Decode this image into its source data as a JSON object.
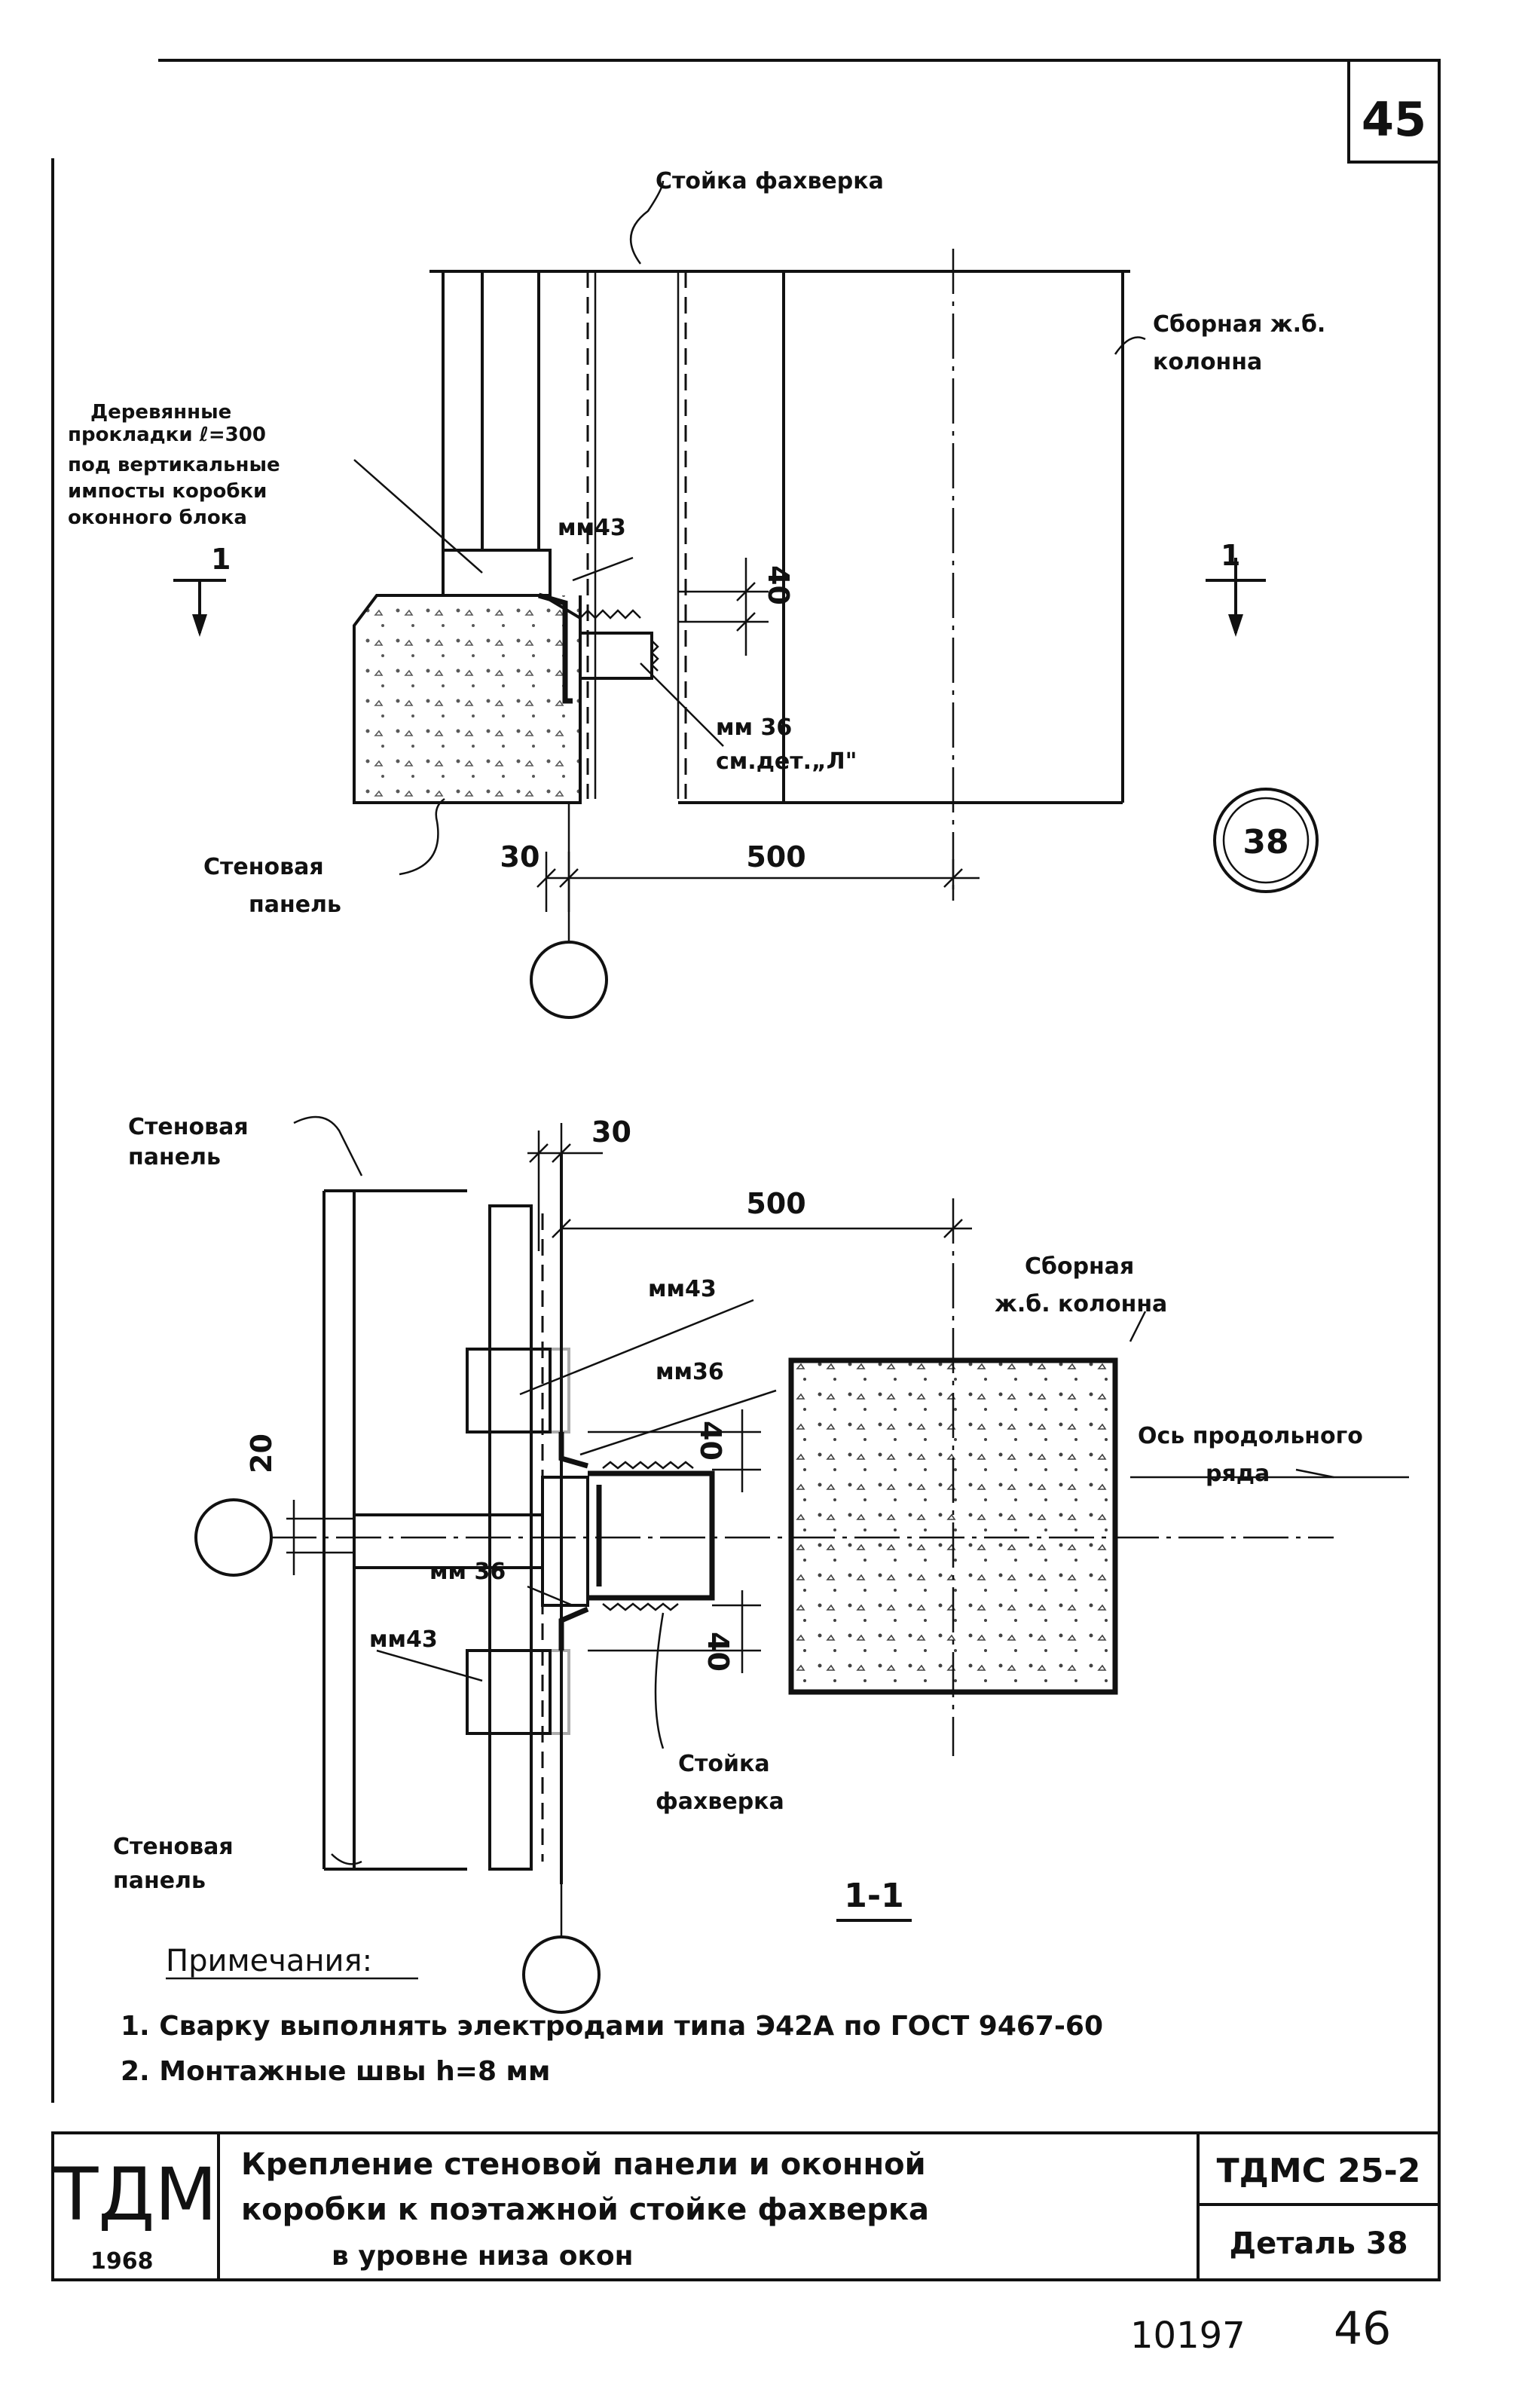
{
  "sheet_number": "45",
  "detail_number": "38",
  "elevation_view": {
    "label_post": "Стойка фахверка",
    "label_column": [
      "Сборная ж.б.",
      "колонна"
    ],
    "label_pads": [
      "Деревянные",
      "прокладки ℓ=300",
      "под вертикальные",
      "импосты коробки",
      "оконного блока"
    ],
    "label_mm43": "мм43",
    "label_mm36": "мм 36",
    "label_ref": "см.дет.„Л\"",
    "label_panel": [
      "Стеновая",
      "панель"
    ],
    "dim_40": "40",
    "dim_30": "30",
    "dim_500": "500",
    "section_mark": "1"
  },
  "section_view": {
    "label_panel_top": [
      "Стеновая",
      "панель"
    ],
    "label_panel_bottom": [
      "Стеновая",
      "панель"
    ],
    "label_column": [
      "Сборная",
      "ж.б. колонна"
    ],
    "label_axis": [
      "Ось продольного",
      "ряда"
    ],
    "label_mm43_top": "мм43",
    "label_mm36_top": "мм36",
    "label_mm36_mid": "мм 36",
    "label_mm43_bottom": "мм43",
    "label_post": [
      "Стойка",
      "фахверка"
    ],
    "dim_30": "30",
    "dim_500": "500",
    "dim_20": "20",
    "dim_40_top": "40",
    "dim_40_bottom": "40",
    "section_title": "1-1"
  },
  "notes": {
    "heading": "Примечания:",
    "items": [
      "1. Сварку выполнять электродами типа Э42А по ГОСТ 9467-60",
      "2. Монтажные швы h=8 мм"
    ]
  },
  "title_block": {
    "logo": "ТДМ",
    "year": "1968",
    "title_lines": [
      "Крепление стеновой панели и оконной",
      "коробки к поэтажной стойке фахверка",
      "в   уровне   низа   окон"
    ],
    "series": "ТДМС 25-2",
    "detail": "Деталь 38"
  },
  "footer": {
    "inventory": "10197",
    "page": "46"
  }
}
